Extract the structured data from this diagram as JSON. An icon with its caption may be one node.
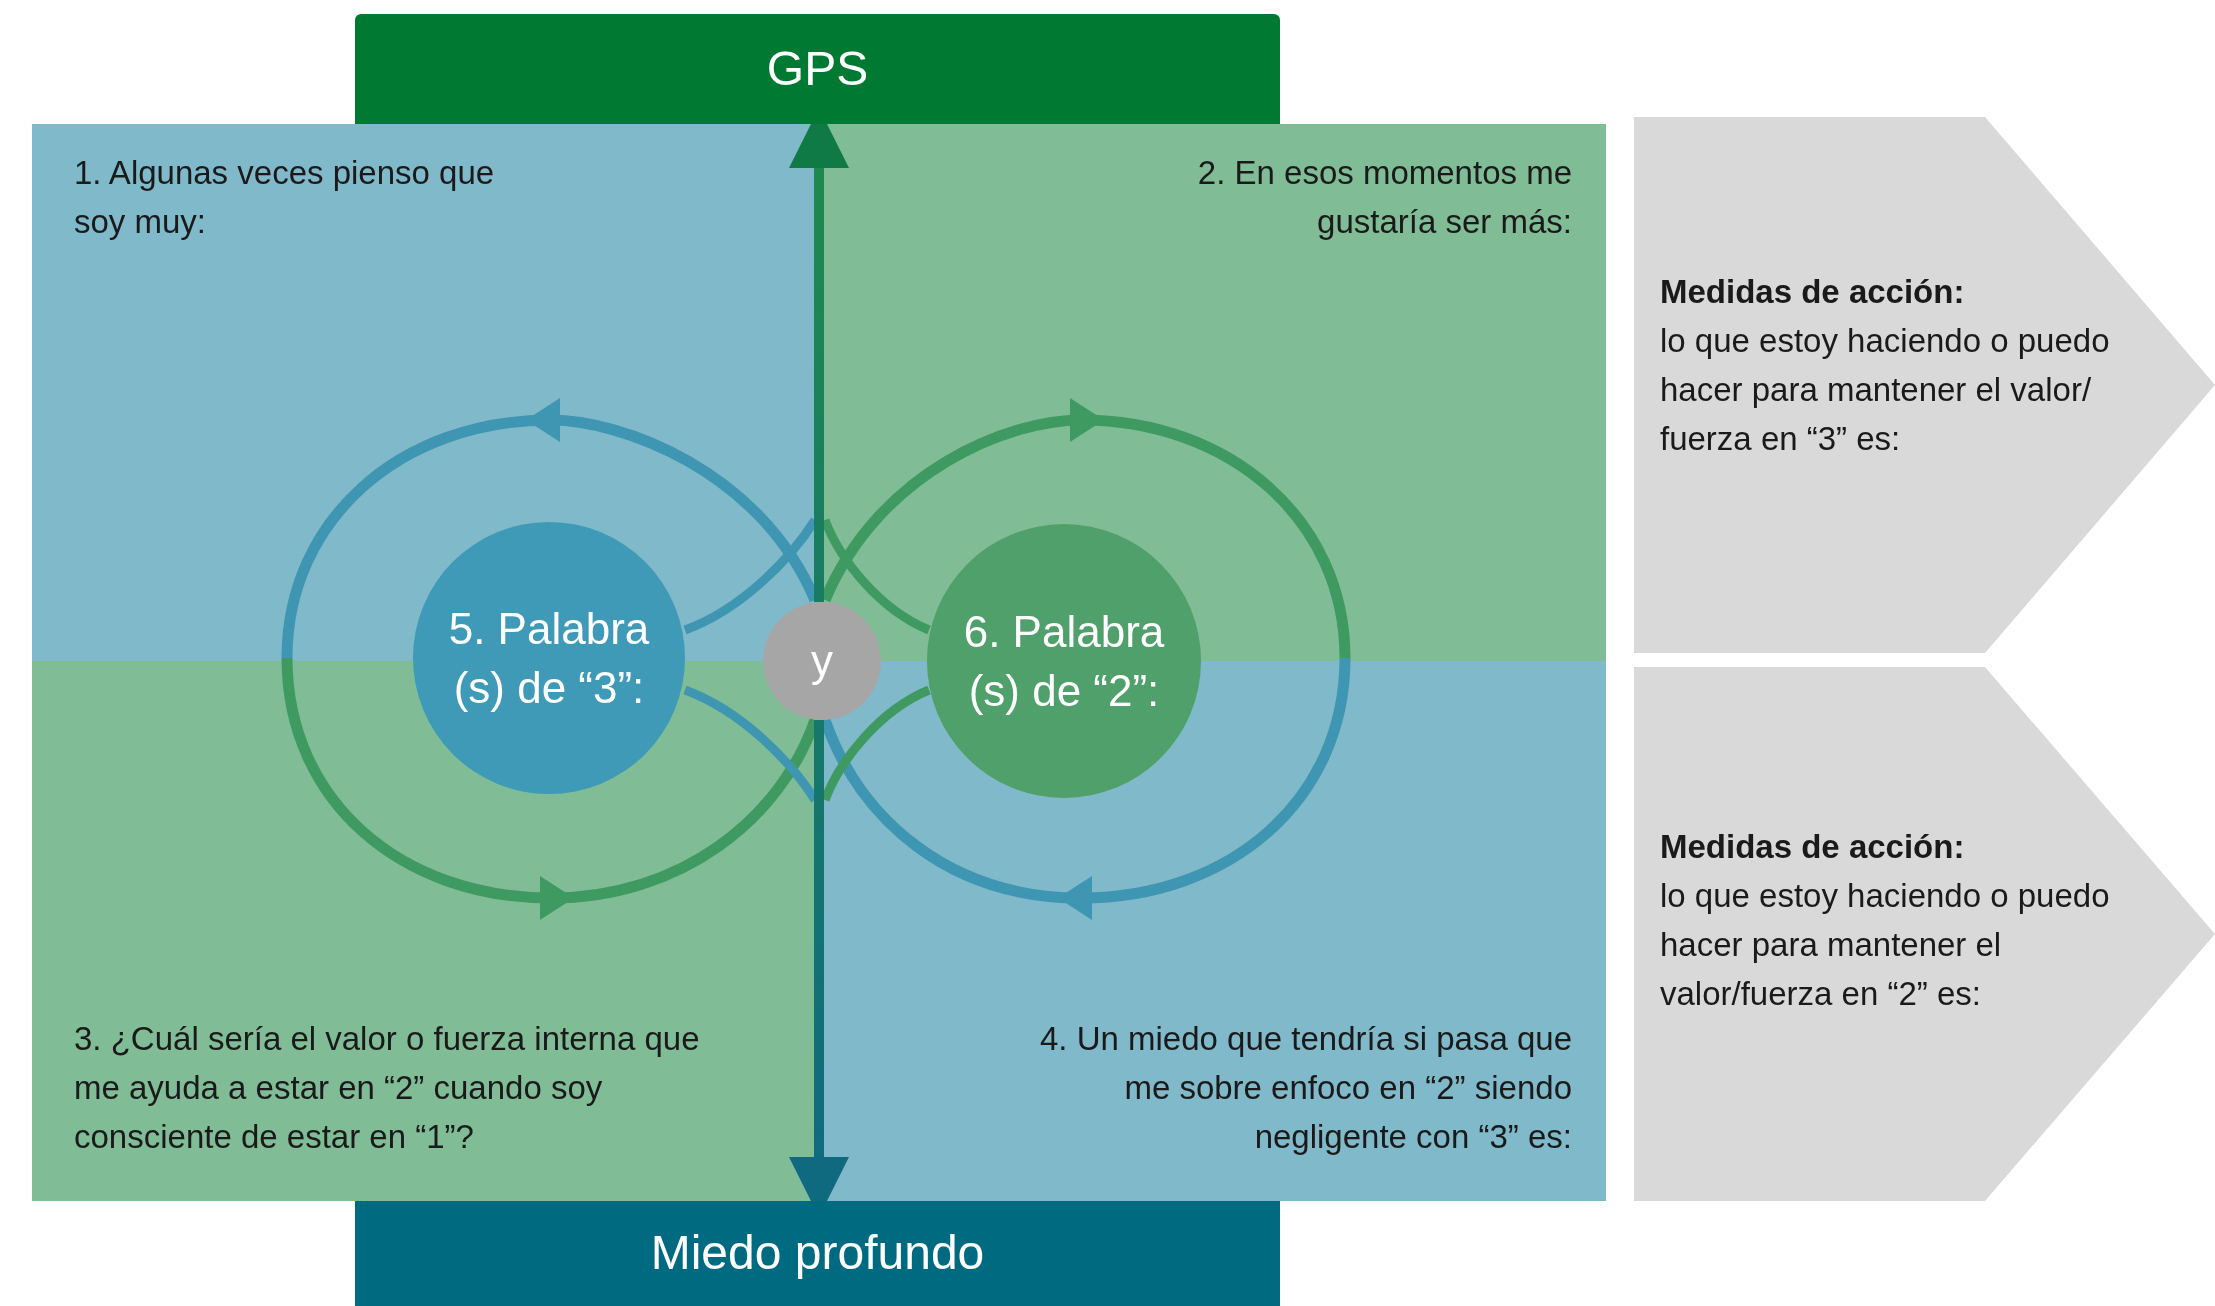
{
  "diagram": {
    "nodes": [
      {
        "text": [
          "GPS"
        ]
      },
      {
        "text": [
          "1. Algunas veces pienso que soy muy:"
        ]
      },
      {
        "text": [
          "2. En esos momentos me gustaría ser más:"
        ]
      },
      {
        "text": [
          "3. ¿Cuál sería el valor o fuerza interna que me ayuda a estar en “2” cuando soy consciente de estar en “1”?"
        ]
      },
      {
        "text": [
          "4. Un miedo que tendría si pasa que me sobre enfoco en “2” siendo negligente con “3” es:"
        ]
      },
      {
        "text": [
          "5. Palabra (s) de “3”:"
        ]
      },
      {
        "text": [
          "y"
        ]
      },
      {
        "text": [
          "6. Palabra (s) de “2”:"
        ]
      },
      {
        "text": [
          "Miedo profundo"
        ]
      },
      {
        "text": [
          "Medidas de acción:",
          "lo que estoy haciendo o puedo hacer para mantener el valor/ fuerza en “3” es:"
        ]
      },
      {
        "text": [
          "Medidas de acción:",
          "lo que estoy haciendo o puedo hacer para mantener el valor/fuerza en “2” es:"
        ]
      }
    ],
    "edges": [
      {
        "from": 6,
        "to": 0,
        "arrow": "to"
      },
      {
        "from": 6,
        "to": 8,
        "arrow": "to"
      }
    ]
  }
}
